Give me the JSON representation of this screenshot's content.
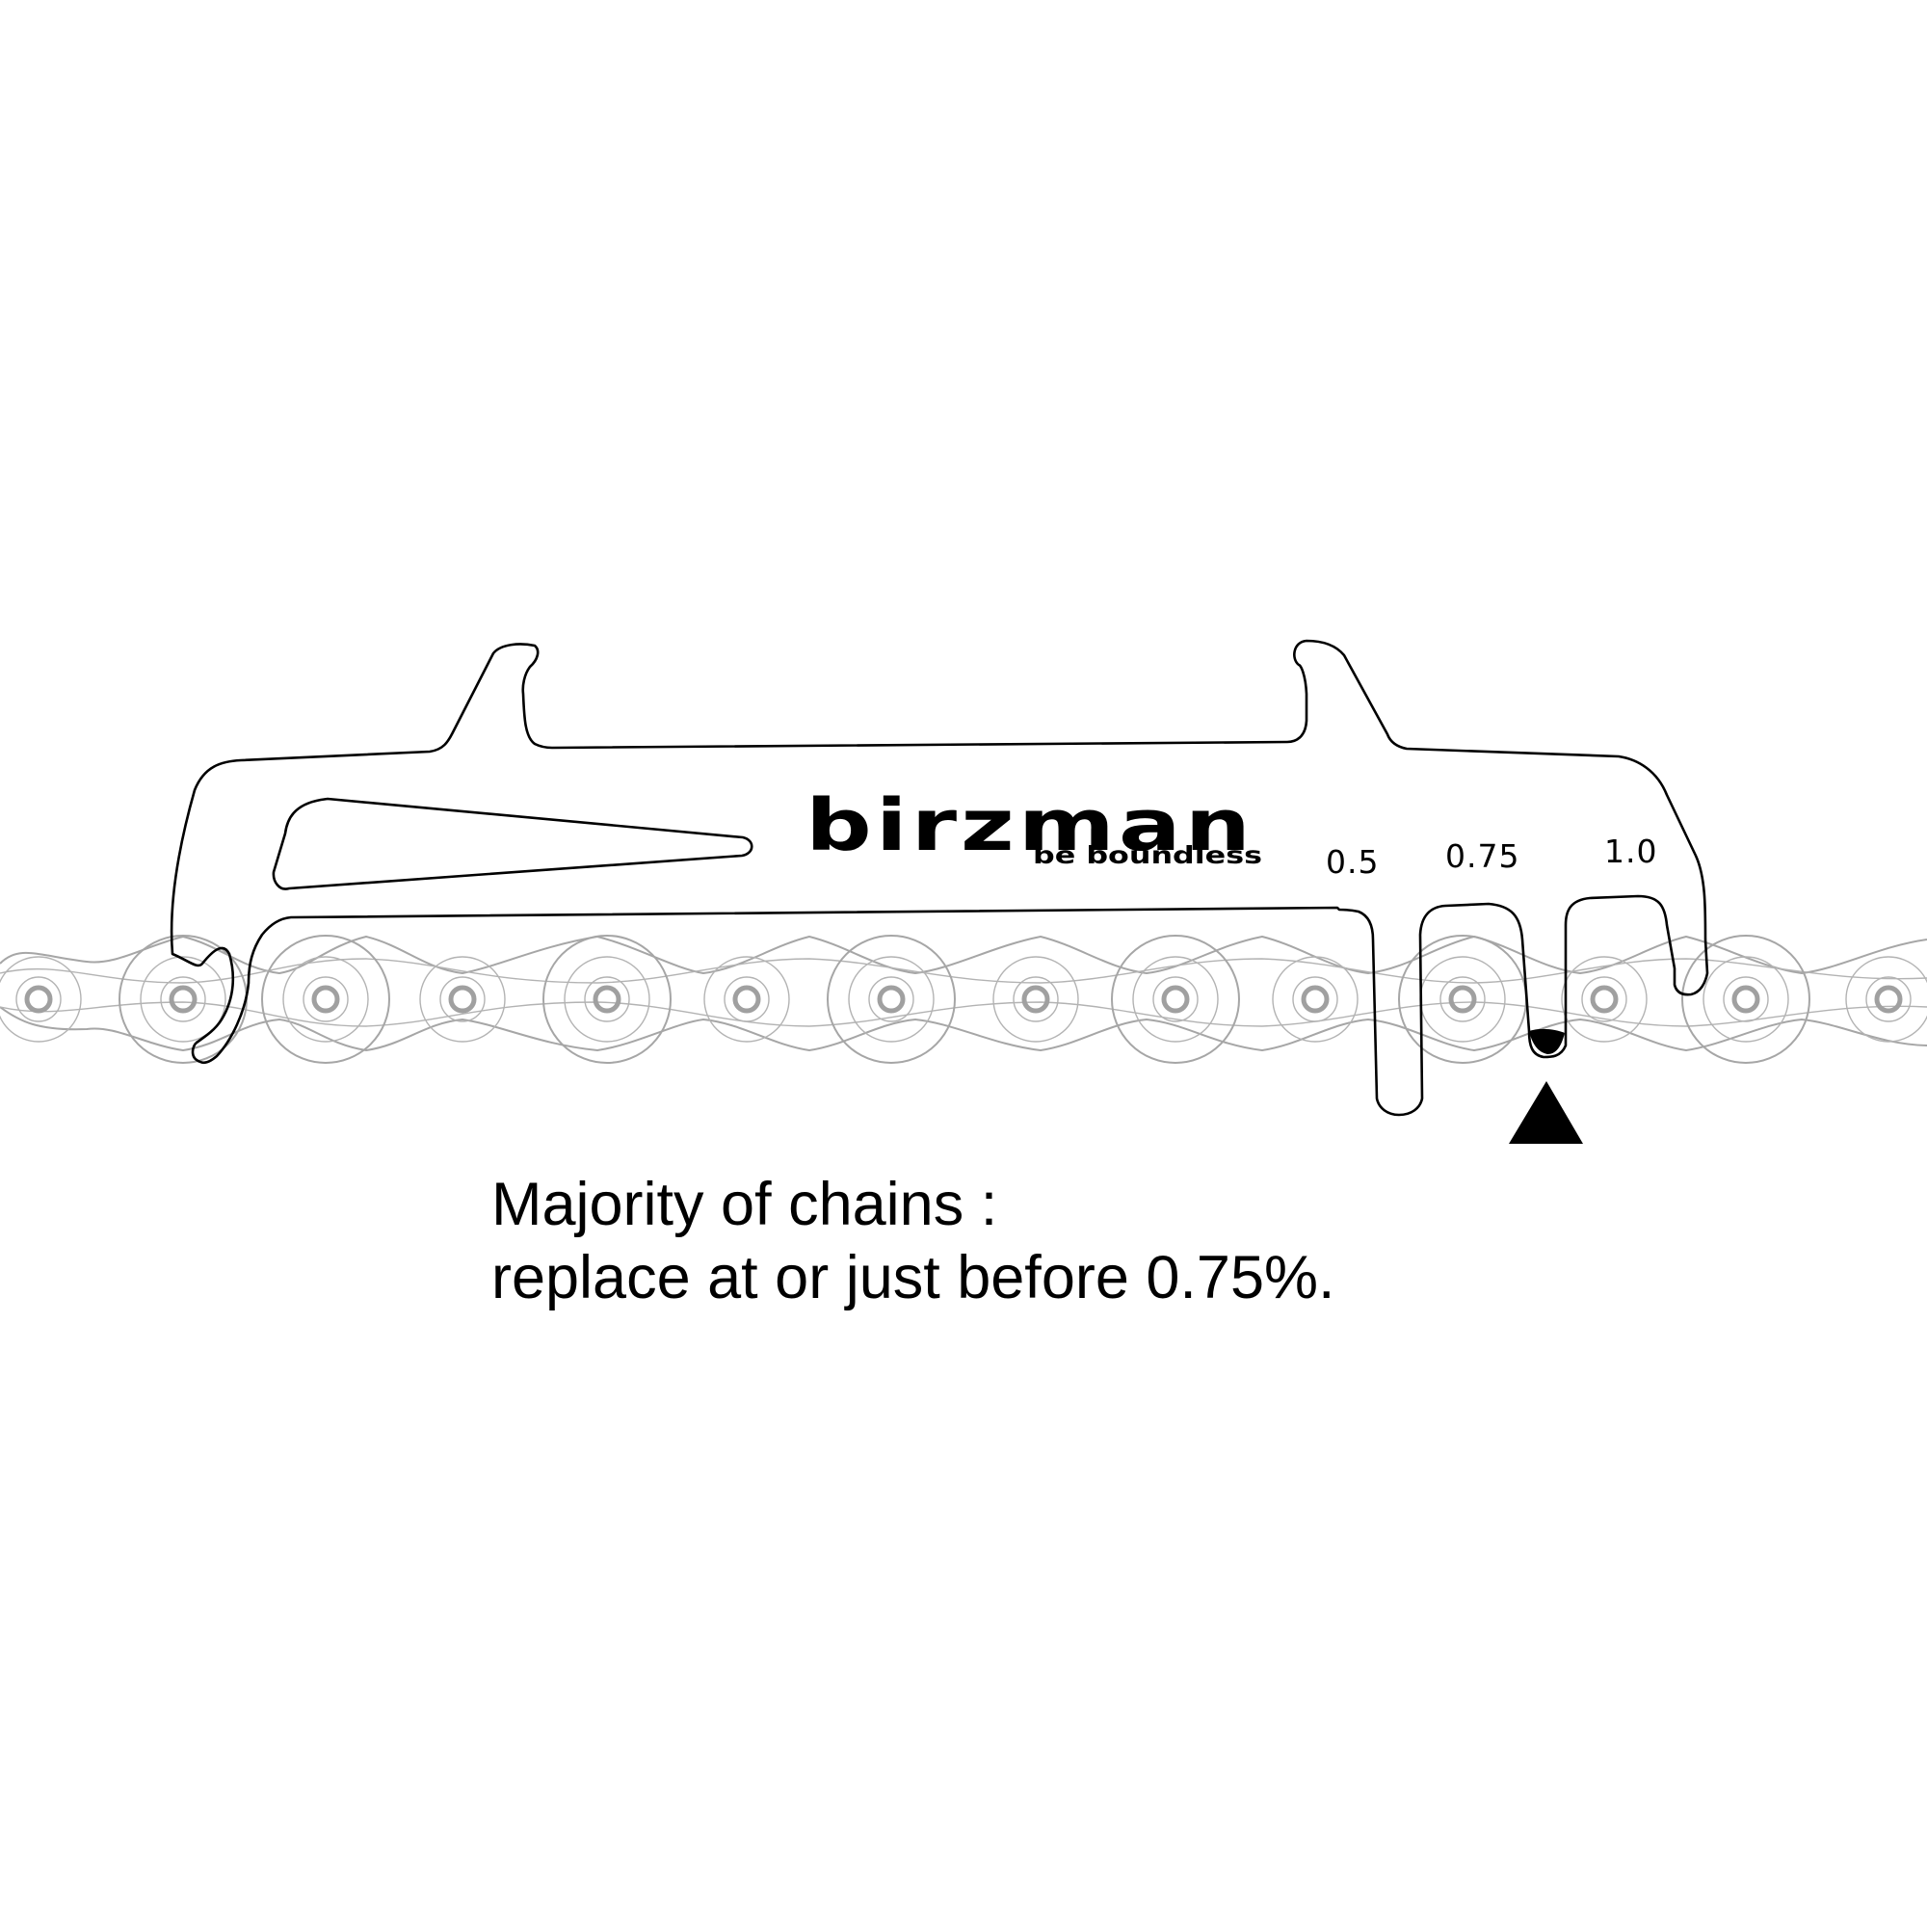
{
  "figure": {
    "type": "product-illustration",
    "subject": "chain wear checker tool on bicycle chain"
  },
  "brand": {
    "name": "birzman",
    "tagline": "be boundless"
  },
  "gauge": {
    "labels": [
      "0.5",
      "0.75",
      "1.0"
    ],
    "indicated": "0.75"
  },
  "caption": {
    "line1": "Majority of chains :",
    "line2": "replace at or just before 0.75%."
  },
  "colors": {
    "outline": "#000000",
    "chain": "#a6a6a6",
    "background": "#ffffff",
    "marker": "#000000"
  },
  "icons": {
    "pointer": "triangle-up-icon"
  }
}
